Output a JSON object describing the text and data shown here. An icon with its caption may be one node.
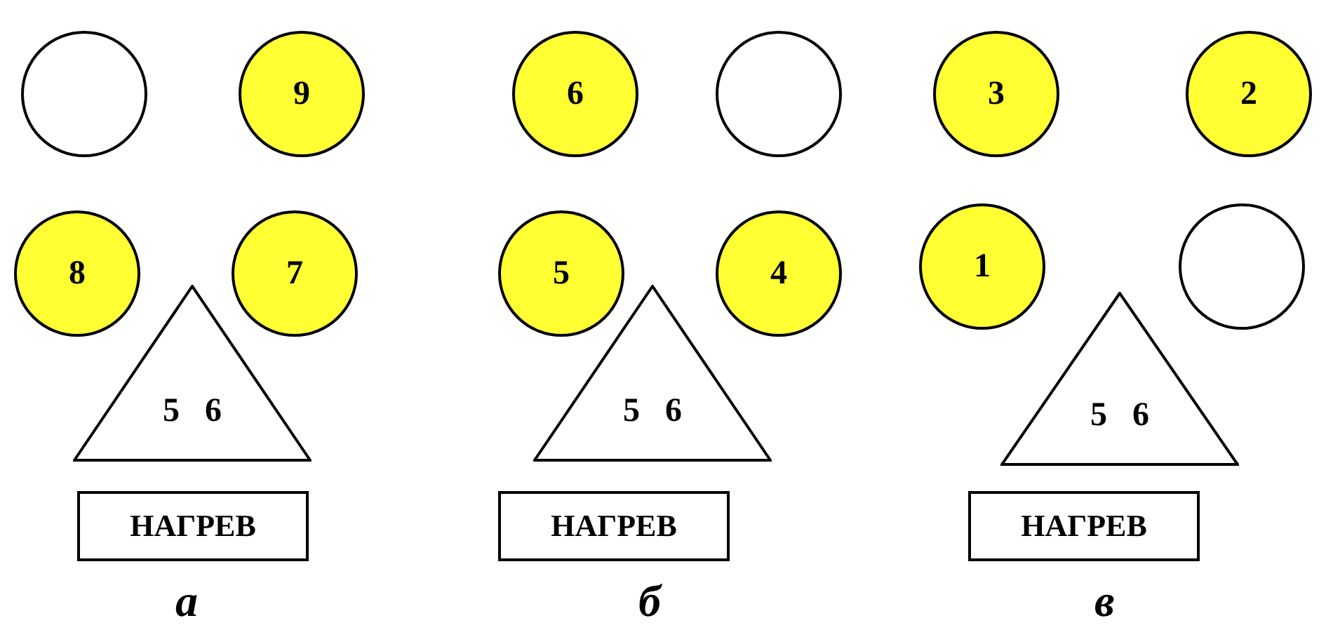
{
  "diagram": {
    "nodes": [
      {
        "text": [],
        "shape": "circle"
      },
      {
        "text": [
          "9"
        ]
      },
      {
        "text": [
          "8"
        ]
      },
      {
        "text": [
          "7"
        ]
      },
      {
        "text": [
          "5 6"
        ]
      },
      {
        "text": [
          "НАГРЕВ"
        ]
      },
      {
        "text": [
          "6"
        ]
      },
      {
        "text": [],
        "shape": "circle"
      },
      {
        "text": [
          "5"
        ]
      },
      {
        "text": [
          "4"
        ]
      },
      {
        "text": [
          "5 6"
        ]
      },
      {
        "text": [
          "НАГРЕВ"
        ]
      },
      {
        "text": [
          "3"
        ]
      },
      {
        "text": [
          "2"
        ]
      },
      {
        "text": [
          "1"
        ]
      },
      {
        "text": [],
        "shape": "circle"
      },
      {
        "text": [
          "5 6"
        ]
      },
      {
        "text": [
          "НАГРЕВ"
        ]
      }
    ],
    "edges": [],
    "labels": [
      "а",
      "б",
      "в"
    ]
  }
}
